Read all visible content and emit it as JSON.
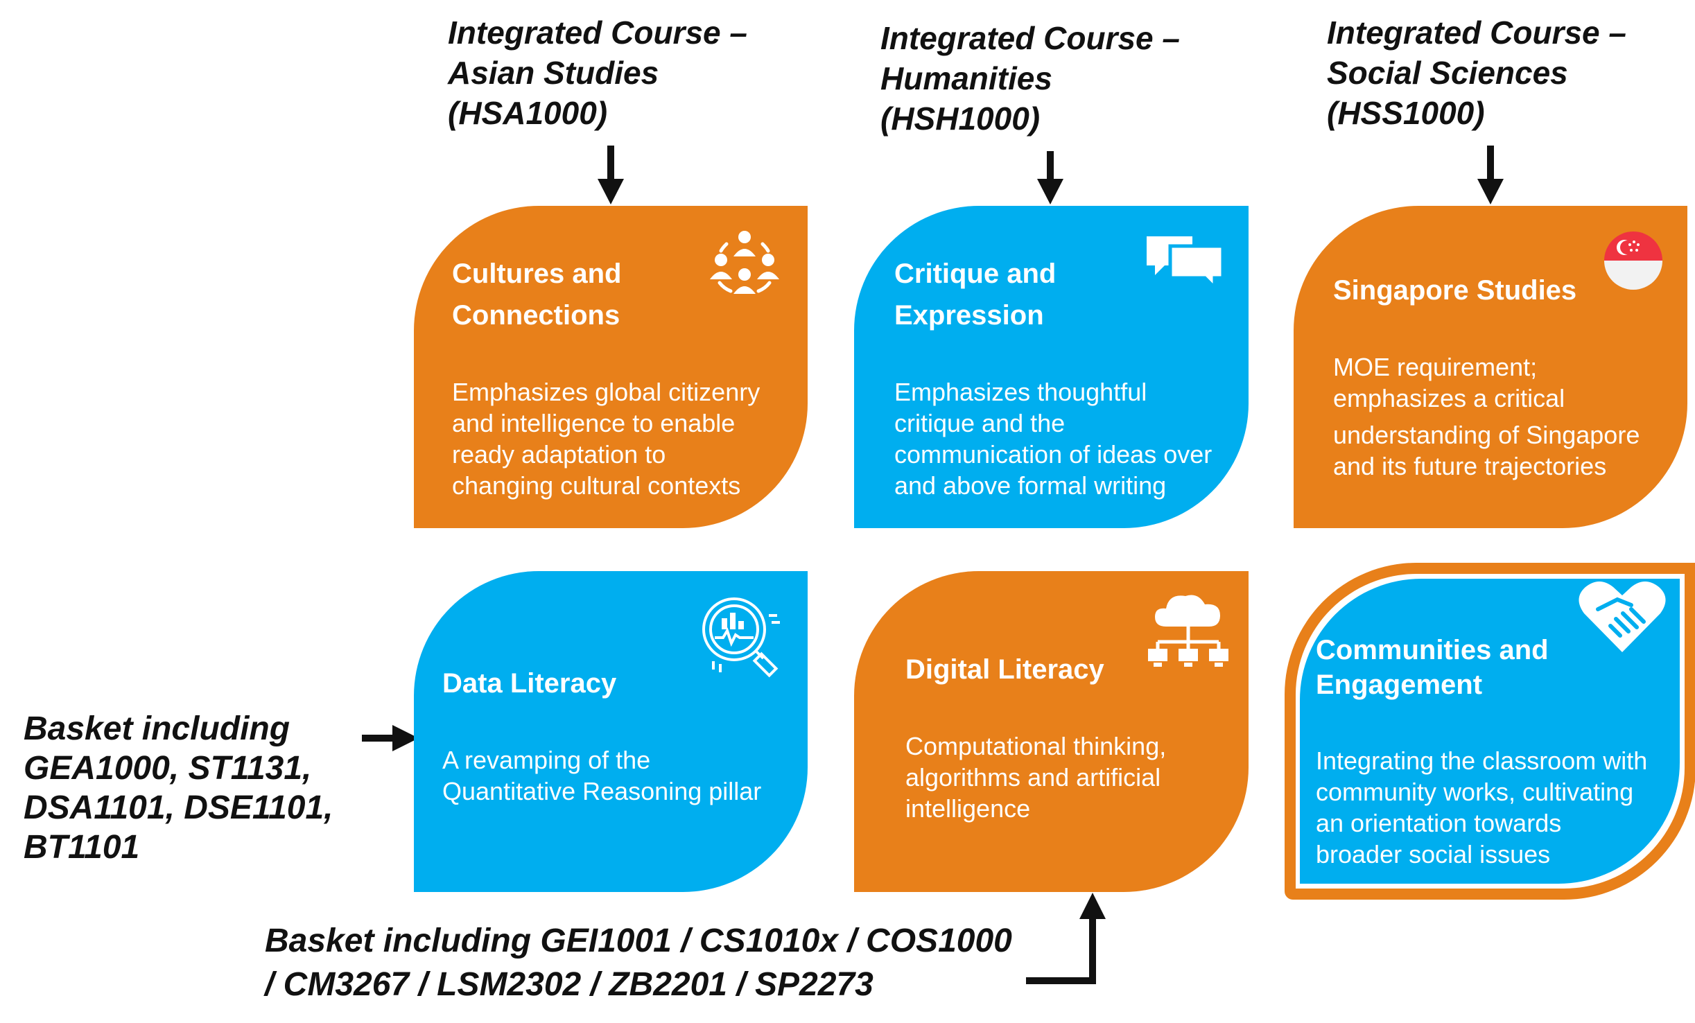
{
  "headers": {
    "asian": [
      "Integrated Course –",
      "Asian Studies",
      "(HSA1000)"
    ],
    "humanities": [
      "Integrated Course –",
      "Humanities",
      "(HSH1000)"
    ],
    "social": [
      "Integrated Course –",
      "Social Sciences",
      "(HSS1000)"
    ]
  },
  "cards": {
    "cultures": {
      "title": [
        "Cultures and",
        "Connections"
      ],
      "body": [
        "Emphasizes global citizenry",
        "and intelligence to enable",
        "ready adaptation to",
        "changing cultural contexts"
      ],
      "icon": "people-circle-icon"
    },
    "critique": {
      "title": [
        "Critique and",
        "Expression"
      ],
      "body": [
        "Emphasizes thoughtful",
        "critique and the",
        "communication of ideas over",
        "and above formal writing"
      ],
      "icon": "speech-bubbles-icon"
    },
    "singapore": {
      "title": [
        "Singapore Studies"
      ],
      "body": [
        "MOE requirement;",
        "emphasizes a critical",
        "understanding of Singapore",
        "and its future trajectories"
      ],
      "icon": "singapore-flag-icon"
    },
    "data": {
      "title": [
        "Data Literacy"
      ],
      "body": [
        "A revamping of the",
        "Quantitative Reasoning pillar"
      ],
      "icon": "data-magnifier-icon"
    },
    "digital": {
      "title": [
        "Digital Literacy"
      ],
      "body": [
        "Computational thinking,",
        "algorithms and artificial",
        "intelligence"
      ],
      "icon": "cloud-network-icon"
    },
    "communities": {
      "title": [
        "Communities and",
        "Engagement"
      ],
      "body": [
        "Integrating the classroom with",
        "community works, cultivating",
        "an orientation towards",
        "broader social issues"
      ],
      "icon": "handshake-heart-icon"
    }
  },
  "baskets": {
    "data": [
      "Basket including",
      "GEA1000, ST1131,",
      "DSA1101, DSE1101,",
      "BT1101"
    ],
    "digital": [
      "Basket including GEI1001 / CS1010x / COS1000",
      "/ CM3267 / LSM2302 / ZB2201 / SP2273"
    ]
  },
  "colors": {
    "orange": "#E8801A",
    "blue": "#00AEEF",
    "text_dark": "#111111",
    "flag_red": "#EF3340"
  }
}
